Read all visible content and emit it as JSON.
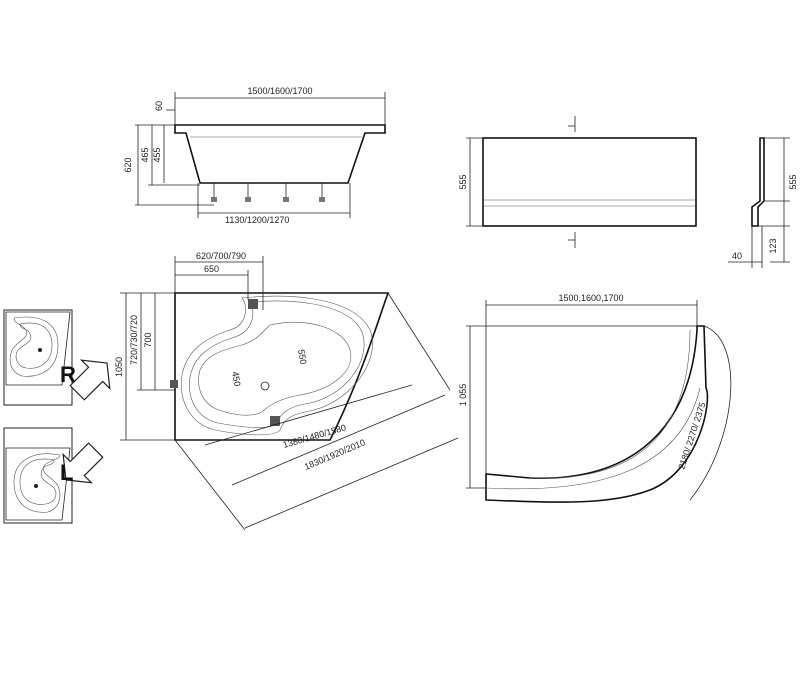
{
  "side_view": {
    "length": "1500/1600/1700",
    "rim": "60",
    "height_total": "620",
    "height_a": "465",
    "height_b": "455",
    "base_length": "1130/1200/1270"
  },
  "panel_front": {
    "height": "555"
  },
  "panel_side": {
    "height": "555",
    "depth": "40",
    "plinth": "123"
  },
  "top_view": {
    "width_a": "620/700/790",
    "width_b": "650",
    "depth": "1050",
    "depth_a": "720/730/720",
    "depth_b": "700",
    "diag_a": "550",
    "diag_b": "450",
    "inner_length": "1380/1480/1580",
    "outer_length": "1830/1920/2010"
  },
  "curved_panel": {
    "length": "1500,1600,1700",
    "depth": "1 055",
    "arc": "2180/ 2270/ 2375"
  },
  "variants": {
    "right": "R",
    "left": "L"
  },
  "colors": {
    "line": "#222222",
    "background": "#ffffff"
  }
}
